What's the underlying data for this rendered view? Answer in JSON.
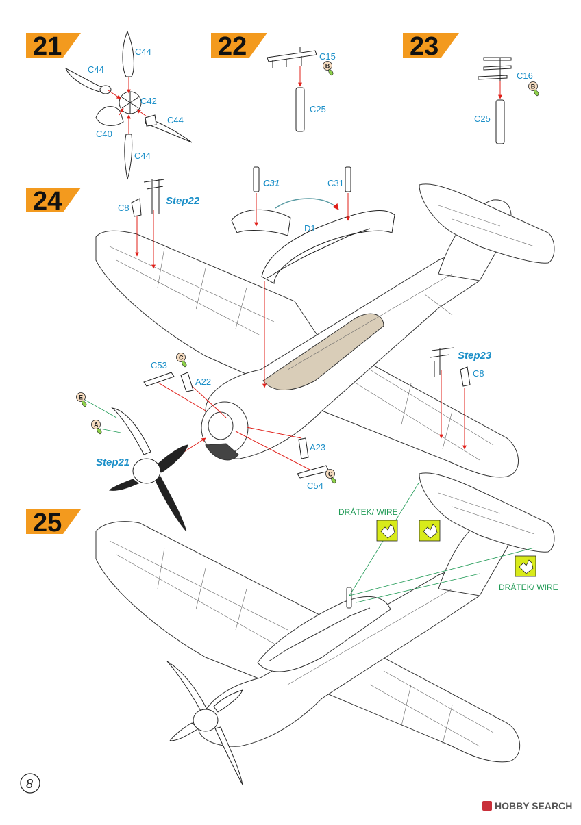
{
  "page_number": "8",
  "steps": [
    {
      "number": "21"
    },
    {
      "number": "22"
    },
    {
      "number": "23"
    },
    {
      "number": "24"
    },
    {
      "number": "25"
    }
  ],
  "step21": {
    "c44_top": "C44",
    "c44_left": "C44",
    "c42": "C42",
    "c44_right": "C44",
    "c40": "C40",
    "c44_bottom": "C44"
  },
  "step22": {
    "c15": "C15",
    "c25": "C25",
    "badge": "B"
  },
  "step23": {
    "c16": "C16",
    "c25": "C25",
    "badge": "B"
  },
  "step24": {
    "c31_left": "C31",
    "c31_right": "C31",
    "d1": "D1",
    "c8_left": "C8",
    "step22_ref": "Step22",
    "c53": "C53",
    "a22": "A22",
    "a23": "A23",
    "c54": "C54",
    "step21_ref": "Step21",
    "step23_ref": "Step23",
    "c8_right": "C8",
    "badge_c1": "C",
    "badge_c2": "C",
    "badge_e": "E",
    "badge_a": "A"
  },
  "step25": {
    "wire_left": "DRÁTEK/ WIRE",
    "wire_right": "DRÁTEK/ WIRE"
  },
  "watermark": {
    "brand": "HOBBY SEARCH"
  },
  "colors": {
    "step_tab": "#f39a1e",
    "part_label": "#1b8fc8",
    "line_ref": "#e0201a",
    "wire": "#1f9a55",
    "badge_paint": "#f6dcc0",
    "badge_green": "#8ed14a",
    "hand_box": "#d8ea1a"
  }
}
